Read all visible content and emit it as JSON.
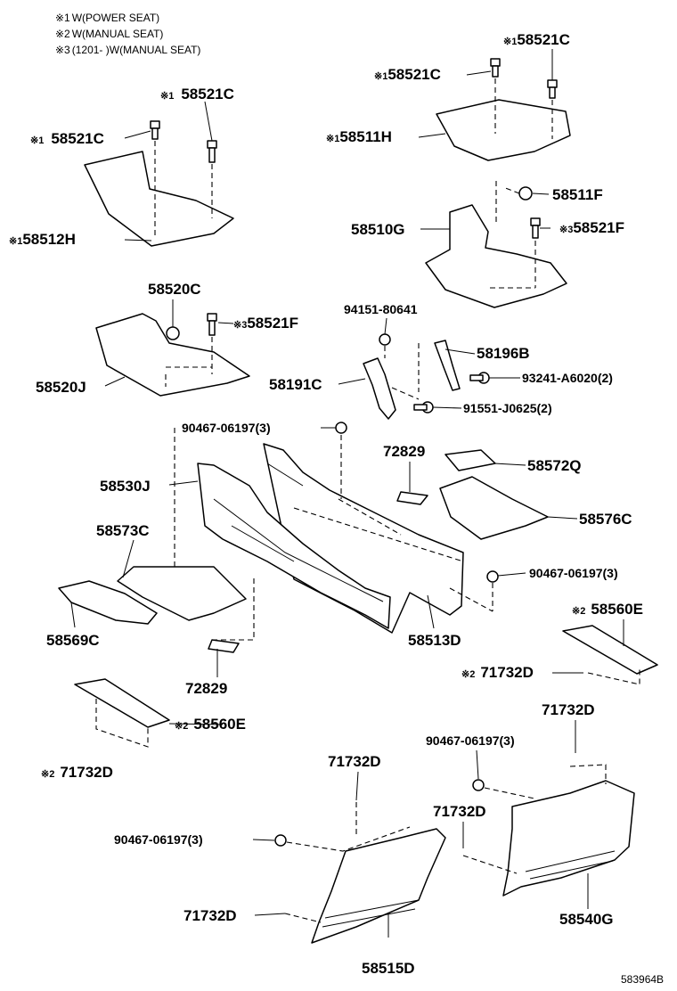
{
  "notes": [
    {
      "mark": "※1",
      "text": "W(POWER SEAT)"
    },
    {
      "mark": "※2",
      "text": "W(MANUAL SEAT)"
    },
    {
      "mark": "※3",
      "text": "(1201-        )W(MANUAL SEAT)"
    }
  ],
  "labels": {
    "p58521c_a": {
      "mark": "※1",
      "code": "58521C"
    },
    "p58521c_b": {
      "mark": "※1",
      "code": "58521C"
    },
    "p58511h": {
      "mark": "※1",
      "code": "58511H"
    },
    "p58521c_c": {
      "mark": "※1",
      "code": "58521C"
    },
    "p58521c_d": {
      "mark": "※1",
      "code": "58521C"
    },
    "p58512h": {
      "mark": "※1",
      "code": "58512H"
    },
    "p58511f": {
      "mark": "",
      "code": "58511F"
    },
    "p58510g": {
      "mark": "",
      "code": "58510G"
    },
    "p58521f_a": {
      "mark": "※3",
      "code": "58521F"
    },
    "p58520c": {
      "mark": "",
      "code": "58520C"
    },
    "p58521f_b": {
      "mark": "※3",
      "code": "58521F"
    },
    "p94151": {
      "mark": "",
      "code": "94151-80641"
    },
    "p58520j": {
      "mark": "",
      "code": "58520J"
    },
    "p58196b": {
      "mark": "",
      "code": "58196B"
    },
    "p58191c": {
      "mark": "",
      "code": "58191C"
    },
    "p93241": {
      "mark": "",
      "code": "93241-A6020(2)"
    },
    "p91551": {
      "mark": "",
      "code": "91551-J0625(2)"
    },
    "p90467_a": {
      "mark": "",
      "code": "90467-06197(3)"
    },
    "p72829_a": {
      "mark": "",
      "code": "72829"
    },
    "p58572q": {
      "mark": "",
      "code": "58572Q"
    },
    "p58530j": {
      "mark": "",
      "code": "58530J"
    },
    "p58576c": {
      "mark": "",
      "code": "58576C"
    },
    "p58573c": {
      "mark": "",
      "code": "58573C"
    },
    "p90467_b": {
      "mark": "",
      "code": "90467-06197(3)"
    },
    "p58560e_a": {
      "mark": "※2",
      "code": "58560E"
    },
    "p58569c": {
      "mark": "",
      "code": "58569C"
    },
    "p58513d": {
      "mark": "",
      "code": "58513D"
    },
    "p71732d_a": {
      "mark": "※2",
      "code": "71732D"
    },
    "p72829_b": {
      "mark": "",
      "code": "72829"
    },
    "p71732d_b": {
      "mark": "",
      "code": "71732D"
    },
    "p58560e_b": {
      "mark": "※2",
      "code": "58560E"
    },
    "p90467_c": {
      "mark": "",
      "code": "90467-06197(3)"
    },
    "p71732d_c": {
      "mark": "※2",
      "code": "71732D"
    },
    "p71732d_d": {
      "mark": "",
      "code": "71732D"
    },
    "p71732d_e": {
      "mark": "",
      "code": "71732D"
    },
    "p90467_d": {
      "mark": "",
      "code": "90467-06197(3)"
    },
    "p71732d_f": {
      "mark": "",
      "code": "71732D"
    },
    "p58540g": {
      "mark": "",
      "code": "58540G"
    },
    "p58515d": {
      "mark": "",
      "code": "58515D"
    }
  },
  "diagram_id": "583964B"
}
